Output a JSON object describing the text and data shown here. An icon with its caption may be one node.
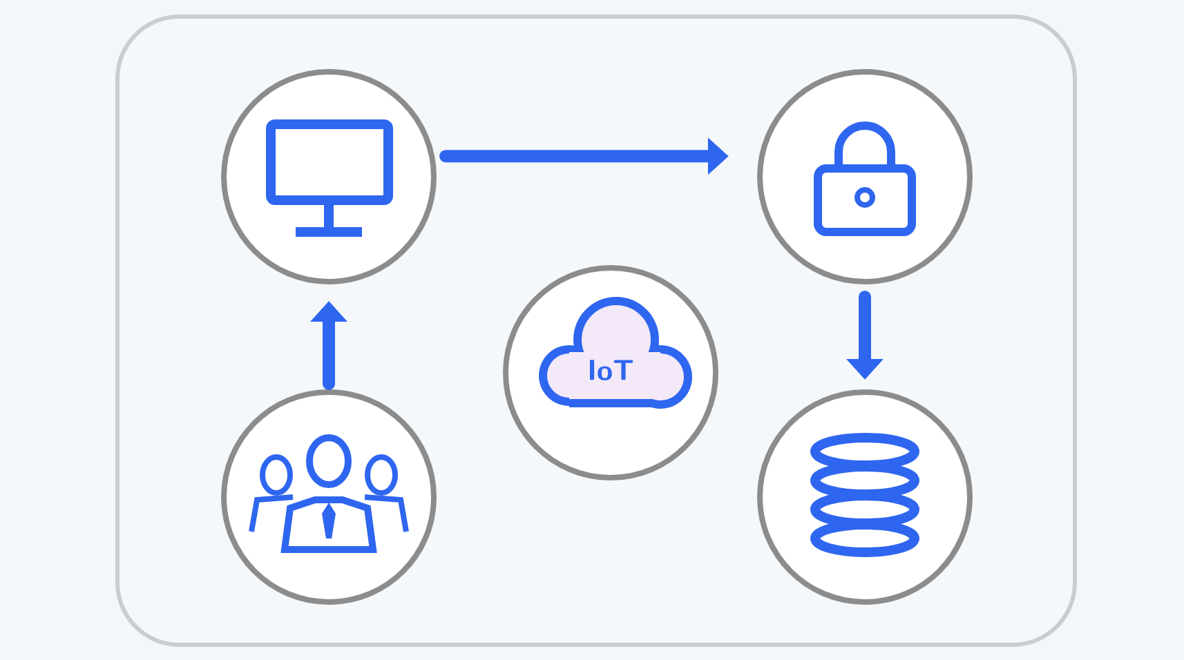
{
  "diagram": {
    "nodes": [
      {
        "text": [],
        "shape": "circle"
      },
      {
        "text": [],
        "shape": "circle"
      },
      {
        "text": [
          "IoT"
        ]
      },
      {
        "text": [],
        "shape": "circle"
      },
      {
        "text": [],
        "shape": "circle"
      }
    ],
    "edges": [
      {
        "from": 3,
        "to": 0,
        "arrow": "to"
      },
      {
        "from": 0,
        "to": 1,
        "arrow": "to"
      },
      {
        "from": 1,
        "to": 4,
        "arrow": "to"
      }
    ]
  }
}
